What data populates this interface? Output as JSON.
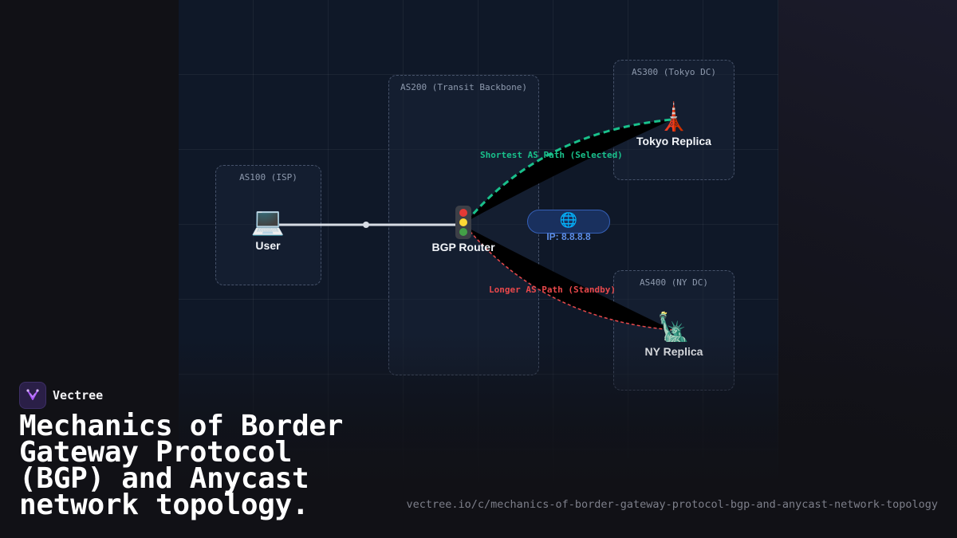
{
  "diagram": {
    "autonomous_systems": [
      {
        "id": "as100",
        "label": "AS100 (ISP)"
      },
      {
        "id": "as200",
        "label": "AS200 (Transit Backbone)"
      },
      {
        "id": "as300",
        "label": "AS300 (Tokyo DC)"
      },
      {
        "id": "as400",
        "label": "AS400 (NY DC)"
      }
    ],
    "nodes": {
      "user": {
        "label": "User",
        "icon": "laptop-icon",
        "glyph": "💻"
      },
      "router": {
        "label": "BGP Router",
        "icon": "traffic-light-icon"
      },
      "tokyo": {
        "label": "Tokyo Replica",
        "icon": "tokyo-tower-icon",
        "glyph": "🗼"
      },
      "ny": {
        "label": "NY Replica",
        "icon": "statue-of-liberty-icon",
        "glyph": "🗽"
      }
    },
    "anycast": {
      "icon": "globe-icon",
      "glyph": "🌐",
      "ip_label": "IP: 8.8.8.8"
    },
    "paths": {
      "selected": {
        "label": "Shortest AS Path (Selected)",
        "color": "#19c08b"
      },
      "standby": {
        "label": "Longer AS Path (Standby)",
        "color": "#e8484b"
      }
    }
  },
  "brand": {
    "name": "Vectree",
    "logo_icon": "vectree-logo-icon",
    "accent": "#a855f7"
  },
  "title": "Mechanics of Border Gateway Protocol (BGP) and Anycast network topology.",
  "url": "vectree.io/c/mechanics-of-border-gateway-protocol-bgp-and-anycast-network-topology"
}
